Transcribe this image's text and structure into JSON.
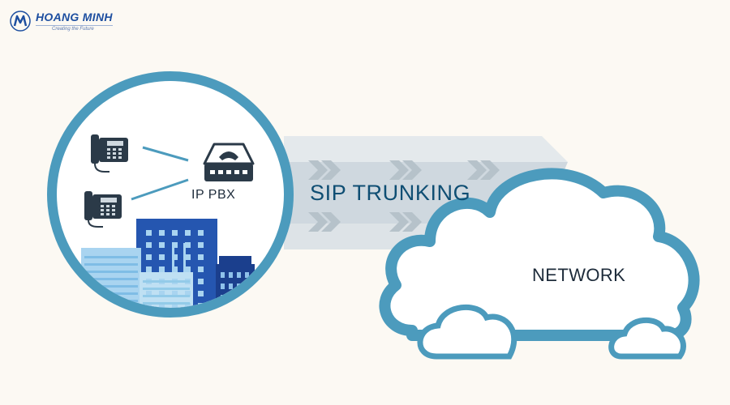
{
  "brand": {
    "name": "HOANG MINH",
    "tagline": "Creating the Future",
    "logo_icon": "hm-logo-icon"
  },
  "diagram": {
    "pbx_label": "IP PBX",
    "trunk_label": "SIP TRUNKING",
    "network_label": "NETWORK"
  },
  "colors": {
    "background": "#fcf9f3",
    "circle_ring": "#4c9bbd",
    "trunk_band": "#cfd8df",
    "trunk_text": "#0f4e73",
    "cloud_outline": "#4c9bbd",
    "building_dark": "#1f4fa6",
    "building_light": "#a9d4f0"
  },
  "icons": [
    "desk-phone-icon",
    "desk-phone-icon",
    "ip-pbx-router-icon",
    "office-buildings-icon",
    "cloud-icon"
  ]
}
